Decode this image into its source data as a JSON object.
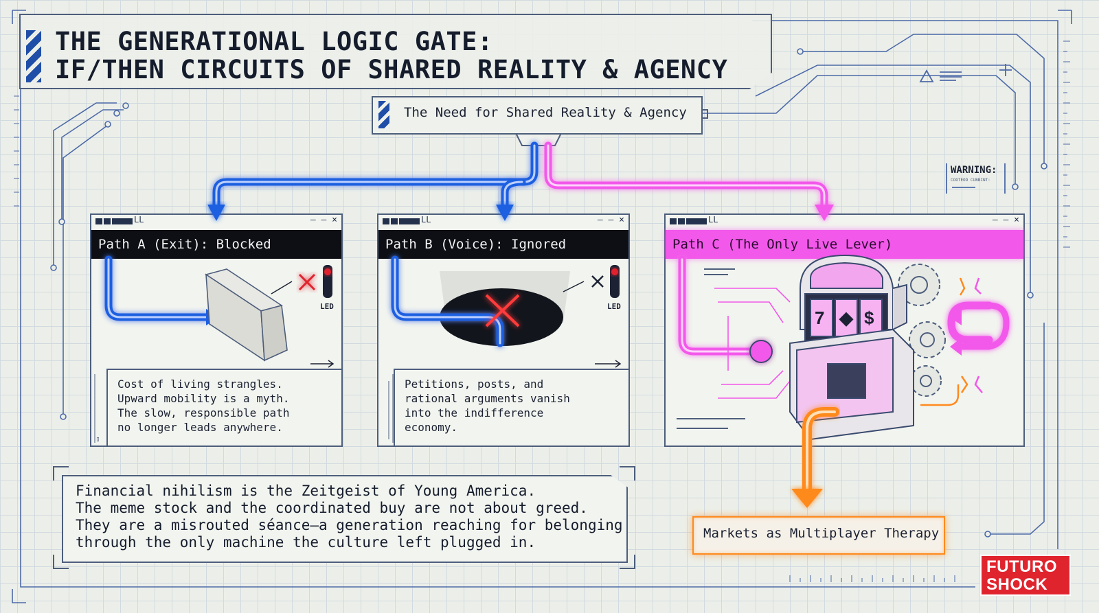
{
  "title": {
    "line1": "THE GENERATIONAL LOGIC GATE:",
    "line2": "IF/THEN CIRCUITS OF SHARED REALITY & AGENCY"
  },
  "source_node": {
    "label": "The Need for Shared Reality & Agency"
  },
  "panels": [
    {
      "header": "Path A (Exit): Blocked",
      "bar_text": "LL",
      "controls": "– – ×",
      "led_label": "LED",
      "description": "Cost of living strangles.\nUpward mobility is a myth.\nThe slow, responsible path\nno longer leads anywhere.",
      "accent": "#1f5fe0"
    },
    {
      "header": "Path B (Voice): Ignored",
      "bar_text": "LL",
      "controls": "– – ×",
      "led_label": "LED",
      "description": "Petitions, posts, and\nrational arguments vanish\ninto the indifference\neconomy.",
      "accent": "#1f5fe0"
    },
    {
      "header": "Path C (The Only Live Lever)",
      "bar_text": "LL",
      "controls": "– – ×",
      "accent": "#f258ea"
    }
  ],
  "statement": {
    "lines": [
      "Financial nihilism is the Zeitgeist of Young America.",
      "The meme stock and the coordinated buy are not about greed.",
      "They are a misrouted séance—a generation reaching for belonging",
      "through the only machine the culture left plugged in."
    ]
  },
  "output_node": {
    "label": "Markets as Multiplayer Therapy",
    "accent": "#ff8a1e"
  },
  "warning": {
    "label": "WARNING:",
    "sub": "COOTEOD CUBBINT:"
  },
  "logo": {
    "line1": "FUTURO",
    "line2": "SHOCK",
    "color": "#e0242e"
  },
  "colors": {
    "blue_path": "#1f5fe0",
    "pink_path": "#f258ea",
    "orange_path": "#ff8a1e",
    "line": "#4d5e7c"
  }
}
